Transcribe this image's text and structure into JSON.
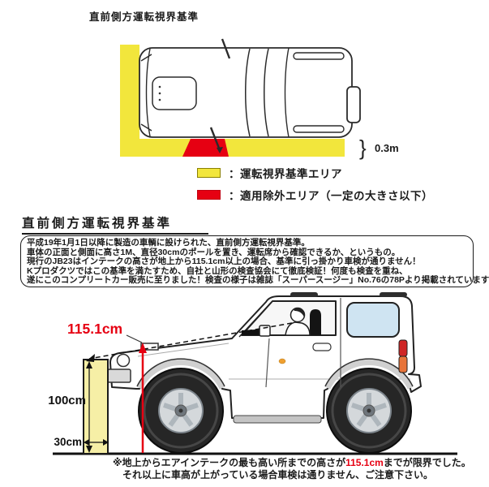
{
  "colors": {
    "standard_area_yellow": "#F2E63C",
    "exclusion_red": "#E60012",
    "pole_yellow": "#F6EFA6",
    "highlight_red": "#E60012",
    "rear_window_blue": "#CFE4F2"
  },
  "top_section": {
    "title": "直前側方運転視界基準",
    "strip_width_label": "0.3m",
    "brace_glyph": "}",
    "legend": [
      {
        "swatch_color": "#F2E63C",
        "label": "：運転視界基準エリア"
      },
      {
        "swatch_color": "#E60012",
        "label": "：適用除外エリア（一定の大きさ以下）"
      }
    ]
  },
  "middle_section": {
    "heading": "直前側方運転視界基準",
    "description_lines": [
      "平成19年1月1日以降に製造の車輌に設けられた、直前側方運転視界基準。",
      "車体の正面と側面に高さ1M、直径30cmのポールを置き、運転席から確認できるか、というもの。",
      "現行のJB23はインテークの高さが地上から115.1cm以上の場合、基準に引っ掛かり車検が通りません！",
      "Kプロダクツではこの基準を満たすため、自社と山形の検査協会にて徹底検証！何度も検査を重ね、",
      "遂にこのコンプリートカー販売に至りました！検査の様子は雑誌「スーパースージー」No.76の78Pより掲載されています"
    ]
  },
  "bottom_section": {
    "intake_height_label": "115.1cm",
    "pole_height_label": "100cm",
    "pole_width_label": "30cm",
    "note": {
      "line1_pre": "※地上からエアインテークの最も高い所までの高さが",
      "line1_highlight": "115.1cm",
      "line1_post": "までが限界でした。",
      "line2": "それ以上に車高が上がっている場合車検は通りません、ご注意下さい。"
    }
  }
}
